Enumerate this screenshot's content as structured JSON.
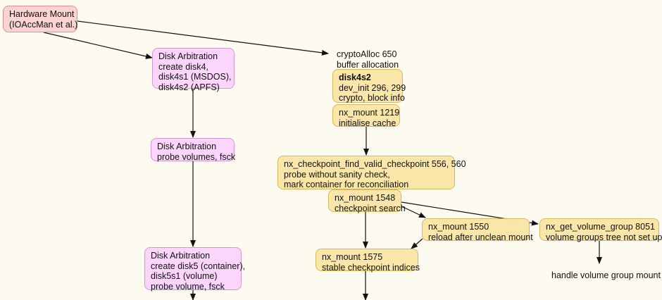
{
  "colors": {
    "background": "#fdfaf0",
    "hardware_fill": "#fbd3d0",
    "hardware_border": "#e58f8a",
    "arbitration_fill": "#fbd5fb",
    "arbitration_border": "#d894d8",
    "apfs_fill": "#f9e6a8",
    "apfs_border": "#d6b85a",
    "edge": "#111111"
  },
  "nodes": {
    "hardware_mount": {
      "lines": [
        "Hardware Mount",
        "(IOAccMan et al.)"
      ],
      "kind": "hardware"
    },
    "disk_arbitration_create": {
      "lines": [
        "Disk Arbitration",
        "create disk4,",
        "disk4s1 (MSDOS),",
        "disk4s2 (APFS)"
      ],
      "kind": "arbitration"
    },
    "disk_arbitration_probe": {
      "lines": [
        "Disk Arbitration",
        "probe volumes, fsck"
      ],
      "kind": "arbitration"
    },
    "disk_arbitration_container": {
      "lines": [
        "Disk Arbitration",
        "create disk5 (container),",
        "disk5s1 (volume)",
        "probe volume, fsck"
      ],
      "kind": "arbitration"
    },
    "crypto_alloc": {
      "lines": [
        "cryptoAlloc 650",
        "buffer allocation"
      ],
      "kind": "plain"
    },
    "disk4s2": {
      "lines": [
        "disk4s2",
        "dev_init 296, 299",
        "crypto, block info"
      ],
      "bold_first": true,
      "kind": "apfs"
    },
    "nx_mount_1219": {
      "lines": [
        "nx_mount 1219",
        "initialise cache"
      ],
      "kind": "apfs"
    },
    "nx_checkpoint": {
      "lines": [
        "nx_checkpoint_find_valid_checkpoint 556, 560",
        "probe without sanity check,",
        "mark container for reconciliation"
      ],
      "kind": "apfs"
    },
    "nx_mount_1548": {
      "lines": [
        "nx_mount 1548",
        "checkpoint search"
      ],
      "kind": "apfs"
    },
    "nx_mount_1550": {
      "lines": [
        "nx_mount 1550",
        "reload after unclean mount"
      ],
      "kind": "apfs"
    },
    "nx_get_volume_group": {
      "lines": [
        "nx_get_volume_group 8051",
        "volume groups tree not set up"
      ],
      "kind": "apfs"
    },
    "nx_mount_1575": {
      "lines": [
        "nx_mount 1575",
        "stable checkpoint indices"
      ],
      "kind": "apfs"
    },
    "handle_volume_group": {
      "lines": [
        "handle volume group mount"
      ],
      "kind": "plain"
    }
  },
  "edges": [
    {
      "from": "hardware_mount",
      "to": "disk_arbitration_create"
    },
    {
      "from": "hardware_mount",
      "to": "crypto_alloc"
    },
    {
      "from": "disk_arbitration_create",
      "to": "disk_arbitration_probe"
    },
    {
      "from": "disk_arbitration_probe",
      "to": "disk_arbitration_container"
    },
    {
      "from": "disk_arbitration_container",
      "to": "offpage_left"
    },
    {
      "from": "nx_mount_1219",
      "to": "nx_checkpoint"
    },
    {
      "from": "nx_mount_1548",
      "to": "nx_mount_1550"
    },
    {
      "from": "nx_mount_1548",
      "to": "nx_get_volume_group"
    },
    {
      "from": "nx_mount_1548",
      "to": "nx_mount_1575"
    },
    {
      "from": "nx_mount_1550",
      "to": "nx_mount_1575"
    },
    {
      "from": "nx_get_volume_group",
      "to": "handle_volume_group"
    },
    {
      "from": "nx_mount_1575",
      "to": "offpage_right"
    }
  ]
}
